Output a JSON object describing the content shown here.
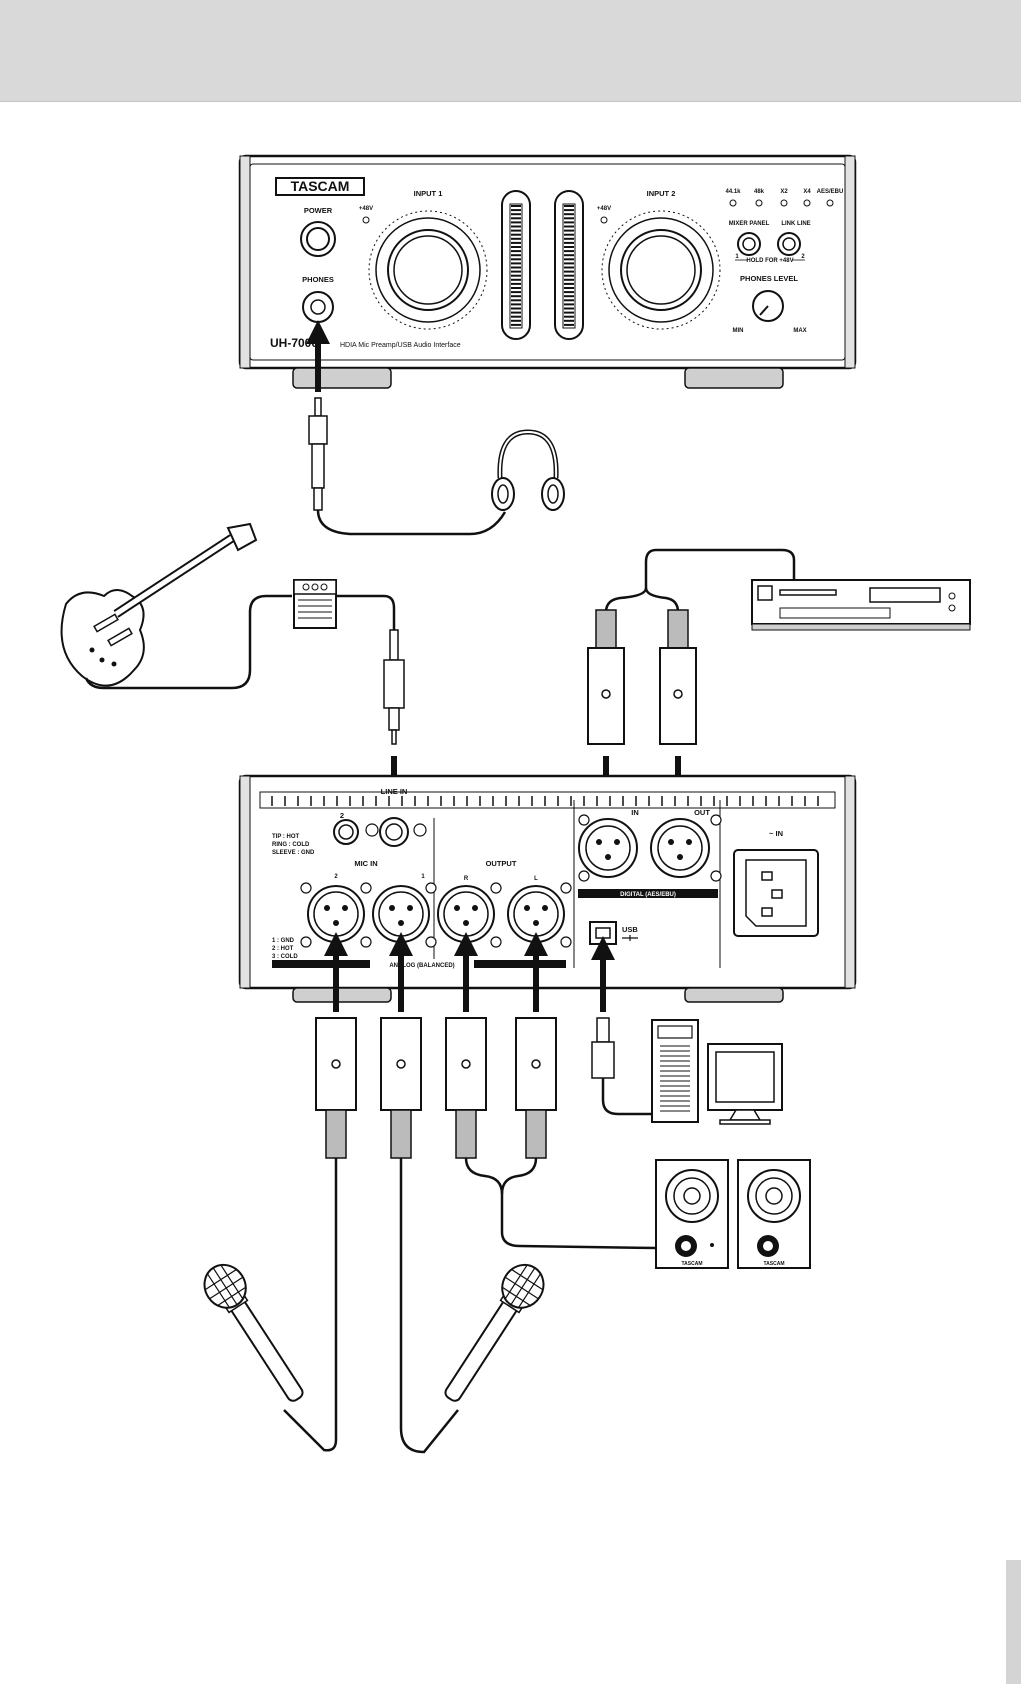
{
  "front_panel": {
    "brand": "TASCAM",
    "model": "UH-7000",
    "description": "HDIA Mic Preamp/USB Audio Interface",
    "power_label": "POWER",
    "phones_label": "PHONES",
    "phantom_label_1": "+48V",
    "phantom_label_2": "+48V",
    "input1_label": "INPUT 1",
    "input2_label": "INPUT 2",
    "rate_441": "44.1k",
    "rate_48": "48k",
    "rate_x2": "X2",
    "rate_x4": "X4",
    "aes_label": "AES/EBU",
    "mixer_panel_label": "MIXER PANEL",
    "link_line_label": "LINK LINE",
    "hold_label": "HOLD FOR +48V",
    "btn_num_1": "1",
    "btn_num_2": "2",
    "phones_level_label": "PHONES LEVEL",
    "min_label": "MIN",
    "max_label": "MAX"
  },
  "rear_panel": {
    "line_in_label": "LINE IN",
    "line_in_num": "2",
    "trs_tip": "TIP : HOT",
    "trs_ring": "RING : COLD",
    "trs_sleeve": "SLEEVE : GND",
    "mic_in_label": "MIC IN",
    "mic_num_2": "2",
    "mic_num_1": "1",
    "output_label": "OUTPUT",
    "output_r": "R",
    "output_l": "L",
    "xlr_pin1": "1 : GND",
    "xlr_pin2": "2 : HOT",
    "xlr_pin3": "3 : COLD",
    "analog_label": "ANALOG (BALANCED)",
    "digital_in_label": "IN",
    "digital_out_label": "OUT",
    "digital_label": "DIGITAL (AES/EBU)",
    "usb_label": "USB",
    "ac_in_label": "~ IN"
  },
  "speakers": {
    "brand_left": "TASCAM",
    "brand_right": "TASCAM"
  },
  "colors": {
    "header_band": "#d9d9d9",
    "line": "#111111",
    "page_tab": "#d4d4d4"
  }
}
